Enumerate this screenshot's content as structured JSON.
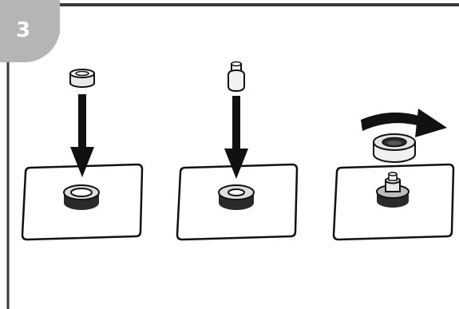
{
  "step": {
    "number": "3"
  },
  "colors": {
    "frame": "#3a3a3a",
    "badge": "#b5b5b5",
    "ink": "#111111",
    "fill_dark": "#2a2a2a",
    "fill_mid": "#9a9a9a",
    "fill_light": "#f2f2f2"
  },
  "illustrations": [
    {
      "icon": "washer-down-arrow-icon",
      "action": "insert"
    },
    {
      "icon": "stud-down-arrow-icon",
      "action": "insert"
    },
    {
      "icon": "cap-rotate-arrow-icon",
      "action": "twist"
    }
  ]
}
